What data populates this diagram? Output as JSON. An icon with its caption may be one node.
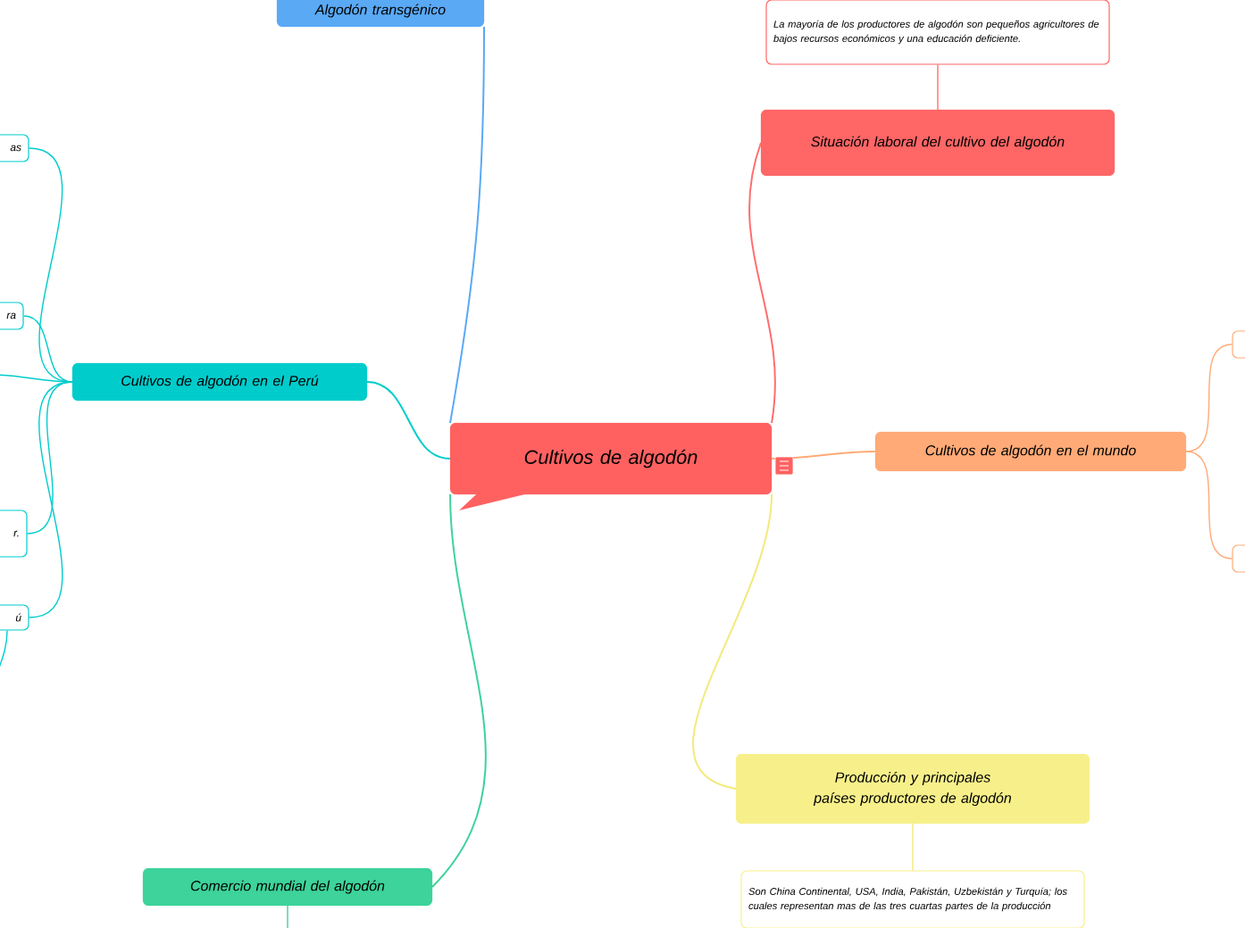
{
  "diagram": {
    "nodes": [
      {
        "text": [
          "Cultivos de algodón"
        ]
      },
      {
        "text": [
          "Algodón transgénico"
        ]
      },
      {
        "text": [
          "Situación laboral del cultivo del algodón"
        ]
      },
      {
        "text": [
          "La mayoría de los productores de algodón son pequeños agricultores de bajos recursos económicos y una educación deficiente."
        ]
      },
      {
        "text": [
          "Cultivos de algodón en el mundo"
        ]
      },
      {
        "text": [],
        "shape": "box"
      },
      {
        "text": [],
        "shape": "box"
      },
      {
        "text": [
          "Producción y principales países productores de algodón"
        ]
      },
      {
        "text": [
          "Son China Continental, USA, India, Pakistán, Uzbekistán y Turquía; los cuales representan mas de las tres cuartas partes de la producción"
        ]
      },
      {
        "text": [
          "Comercio mundial del algodón"
        ]
      },
      {
        "text": [
          "Cultivos de algodón en el Perú"
        ]
      },
      {
        "text": [
          "as"
        ]
      },
      {
        "text": [
          "ra"
        ]
      },
      {
        "text": [
          "r."
        ]
      },
      {
        "text": [
          "ú"
        ]
      }
    ],
    "edges": [
      {
        "from": 0,
        "to": 1,
        "arrow": "none",
        "color": "#5aa9f5"
      },
      {
        "from": 0,
        "to": 2,
        "arrow": "none",
        "color": "#ff6e6e"
      },
      {
        "from": 2,
        "to": 3,
        "arrow": "none",
        "color": "#ff6e6e"
      },
      {
        "from": 0,
        "to": 4,
        "arrow": "none",
        "color": "#ffaa77"
      },
      {
        "from": 4,
        "to": 5,
        "arrow": "none",
        "color": "#ffaa77"
      },
      {
        "from": 4,
        "to": 6,
        "arrow": "none",
        "color": "#ffaa77"
      },
      {
        "from": 0,
        "to": 7,
        "arrow": "none",
        "color": "#f2ea7a"
      },
      {
        "from": 7,
        "to": 8,
        "arrow": "none",
        "color": "#f2ea7a"
      },
      {
        "from": 0,
        "to": 9,
        "arrow": "none",
        "color": "#3dd39b"
      },
      {
        "from": 9,
        "to": null,
        "arrow": "none",
        "color": "#3dd39b"
      },
      {
        "from": 0,
        "to": 10,
        "arrow": "none"
      },
      {
        "from": 10,
        "to": 11,
        "arrow": "none"
      },
      {
        "from": 10,
        "to": 12,
        "arrow": "none"
      },
      {
        "from": 10,
        "to": 13,
        "arrow": "none"
      },
      {
        "from": 10,
        "to": 14,
        "arrow": "none"
      },
      {
        "from": 10,
        "to": null,
        "arrow": "none"
      },
      {
        "from": 14,
        "to": null,
        "arrow": "none"
      }
    ]
  }
}
